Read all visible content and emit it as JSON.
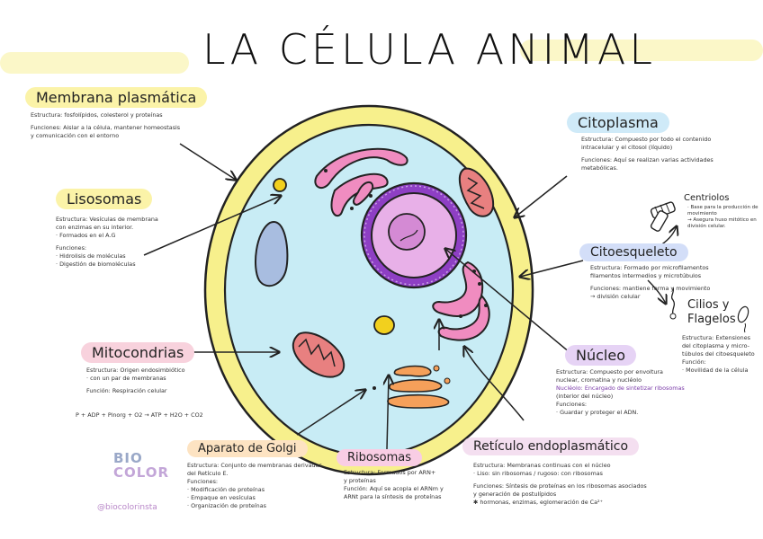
{
  "title": "LA CÉLULA ANIMAL",
  "colors": {
    "membrane": "#f7f08c",
    "cytoplasm": "#c8ecf5",
    "nucleus_envelope": "#8e3fc4",
    "nucleus": "#e8b0e8",
    "nucleolus": "#d48ad4",
    "er": "#f08cc0",
    "mitochondria": "#e88080",
    "golgi": "#f5a05a",
    "lysosome": "#f2d01e",
    "vacuole": "#a8bde0"
  },
  "membrana": {
    "label": "Membrana plasmática",
    "lines": [
      "Estructura: fosfolípidos, colesterol y proteínas",
      "Funciones: Aislar a la célula, mantener homeostasis",
      "y comunicación con el entorno"
    ]
  },
  "lisosomas": {
    "label": "Lisosomas",
    "lines": [
      "Estructura: Vesículas de membrana",
      "con enzimas en su interior.",
      "· Formados en el A.G",
      "",
      "Funciones:",
      "· Hidrolisis de moléculas",
      "· Digestión de biomoléculas"
    ]
  },
  "mitocondrias": {
    "label": "Mitocondrias",
    "lines": [
      "Estructura: Origen endosimbiótico",
      "· con un par de membranas",
      "",
      "Función: Respiración celular",
      "",
      "P + ADP + Pinorg + O2 → ATP + H2O + CO2"
    ]
  },
  "golgi": {
    "label": "Aparato de Golgi",
    "lines": [
      "Estructura: Conjunto de membranas derivadas",
      "del Retículo E.",
      "Funciones:",
      "· Modificación de proteínas",
      "· Empaque en vesículas",
      "· Organización de proteínas"
    ]
  },
  "ribosomas": {
    "label": "Ribosomas",
    "lines": [
      "Estructura: Formados por ARN+",
      "y proteínas",
      "Función: Aquí se acopla el ARNm y",
      "ARNt para la síntesis de proteínas"
    ]
  },
  "reticulo": {
    "label": "Retículo endoplasmático",
    "lines": [
      "Estructura: Membranas continuas con el núcleo",
      "· Liso: sin ribosomas   / rugoso: con ribosomas",
      "Funciones: Síntesis de proteínas en los ribosomas asociados",
      "y generación de postulípidos",
      "  ✱ hormonas, enzimas, eglomeración de Ca²⁺"
    ]
  },
  "nucleo": {
    "label": "Núcleo",
    "lines": [
      "Estructura: Compuesto por envoltura",
      "nuclear, cromatina y nucléolo",
      "Nucléolo: Encargado de sintetizar ribosomas",
      "(interior del núcleo)",
      "Funciones:",
      "· Guardar y proteger el ADN."
    ]
  },
  "citoplasma": {
    "label": "Citoplasma",
    "lines": [
      "Estructura: Compuesto por todo el contenido",
      "intracelular y el citosol (líquido)",
      "",
      "Funciones: Aquí se realizan varias actividades",
      "metabólicas."
    ]
  },
  "citoesqueleto": {
    "label": "Citoesqueleto",
    "lines": [
      "Estructura: Formado por microfilamentos",
      "filamentos intermedios y microtúbulos",
      "",
      "Funciones: mantiene forma y movimiento",
      "→ división celular"
    ]
  },
  "centriolos": {
    "label": "Centriolos",
    "lines": [
      "· Base para la producción de",
      "movimiento",
      "→ Asegura huso mitótico en",
      "división celular."
    ]
  },
  "cilios": {
    "label": "Cilios y Flagelos",
    "lines": [
      "Estructura: Extensiones",
      "del citoplasma y micro-",
      "túbulos del citoesqueleto",
      "Función:",
      "· Movilidad de la célula"
    ]
  },
  "brand": {
    "line1": "BIO",
    "line2": "COLOR",
    "handle": "@biocolorinsta"
  }
}
